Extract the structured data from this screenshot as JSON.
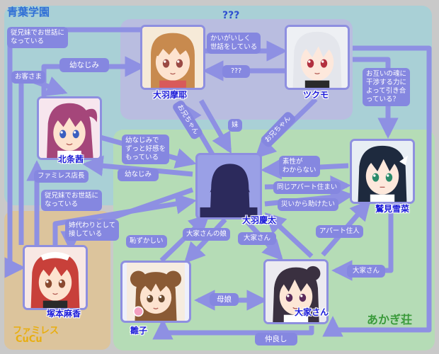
{
  "regions": {
    "academy": "青葉学園",
    "unknown": "???",
    "akagi": "あかぎ荘",
    "cucu_line1": "ファミレス",
    "cucu_line2": "CuCu"
  },
  "characters": {
    "maya": "大羽摩耶",
    "tsukumo": "ツクモ",
    "akane": "北条茜",
    "keita": "大羽慶太",
    "yukina": "鷲見雪菜",
    "asaka": "塚本麻香",
    "hinako": "雛子",
    "landlady": "大家さん"
  },
  "relations": {
    "cousin_care_top": "従兄妹でお世話に\nなっている",
    "childhood_top": "幼なじみ",
    "guest": "お客さま",
    "care_devoted": "かいがいしく\n世話をしている",
    "qqq": "???",
    "onii_chan_1": "お兄ちゃん",
    "imouto": "妹",
    "onii_chan_2": "お兄ちゃん",
    "souls": "お互いの魂に\n干渉する力に\nよって引き合\nっている？",
    "childhood_love": "幼なじみで\nずっと好感を\nもっている",
    "restaurant_manager": "ファミレス店長",
    "childhood_mid": "幼なじみ",
    "identity": "素性が\nわからない",
    "same_apartment": "同じアパート住まい",
    "saved_from_disaster": "災いから助けたい",
    "cousin_care_mid": "従兄妹でお世話に\nなっている",
    "sister_substitute": "姉代わりとして\n接している",
    "embarrassed": "恥ずかしい",
    "landlady_daughter": "大家さんの娘",
    "landlady_rel": "大家さん",
    "resident": "アパート住人",
    "landlady_rel2": "大家さん",
    "mother_daughter": "母娘",
    "good_friends": "仲良し"
  },
  "colors": {
    "background": "#c9c9c9",
    "academy_region": "#a9d0d6",
    "akagi_region": "#b5dcb6",
    "cucu_region": "#dcc49c",
    "unknown_region": "#b9bde0",
    "arrow": "#8e90e3",
    "tag": "#8587e0",
    "name_text": "#1a1ad8",
    "academy_label": "#2f6fd6",
    "akagi_label": "#3a9a3a",
    "cucu_label": "#e8ae10"
  }
}
